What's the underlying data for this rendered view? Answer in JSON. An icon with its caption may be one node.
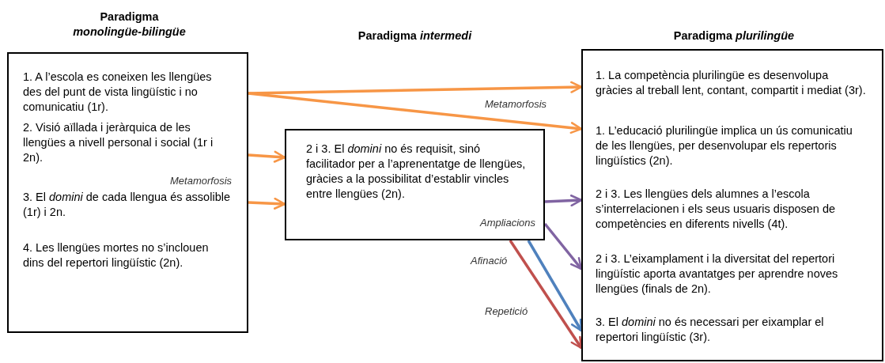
{
  "diagram": {
    "nodes": [
      {
        "text": [
          "Paradigma *monolingüe-bilingüe*"
        ]
      },
      {
        "text": [
          "1. A l’escola es coneixen les llengües des del punt de vista lingüístic i no comunicatiu (1r)."
        ],
        "in": 0
      },
      {
        "text": [
          "2. Visió aïllada i jeràrquica de les llengües a nivell personal i social (1r i 2n)."
        ],
        "in": 0
      },
      {
        "text": [
          "3. El *domini* de cada llengua és assolible (1r) i 2n."
        ],
        "in": 0
      },
      {
        "text": [
          "4. Les llengües mortes no s’inclouen dins del repertori lingüístic (2n)."
        ],
        "in": 0
      },
      {
        "text": [
          "2 i 3. El *domini* no és requisit, sinó facilitador per a l’aprenentatge de llengües, gràcies a la possibilitat d’establir vincles entre llengües (2n)."
        ]
      },
      {
        "text": [
          "Paradigma *plurilingüe*"
        ]
      },
      {
        "text": [
          "1. La competència plurilingüe es desenvolupa gràcies al treball lent, contant, compartit i mediat (3r)."
        ],
        "in": 6
      },
      {
        "text": [
          "1. L’educació plurilingüe implica un ús comunicatiu de les llengües, per desenvolupar els repertoris lingüístics (2n)."
        ],
        "in": 6
      },
      {
        "text": [
          "2 i 3. Les llengües dels alumnes a l’escola s’interrelacionen i els seus usuaris disposen de competències en diferents nivells (4t)."
        ],
        "in": 6
      },
      {
        "text": [
          "2 i 3. L’eixamplament i la diversitat del repertori lingüístic aporta avantatges per aprendre noves llengües (finals de 2n)."
        ],
        "in": 6
      },
      {
        "text": [
          "3. El *domini* no és necessari per eixamplar el repertori lingüístic (3r)."
        ],
        "in": 6
      }
    ],
    "edges": [
      {
        "from": 1,
        "to": 7,
        "arrow": "to",
        "color": "#f79646"
      },
      {
        "from": 1,
        "to": 8,
        "arrow": "to",
        "label": "Metamorfosis",
        "color": "#f79646"
      },
      {
        "from": 2,
        "to": 5,
        "arrow": "to",
        "label": "Metamorfosis",
        "color": "#f79646"
      },
      {
        "from": 3,
        "to": 5,
        "arrow": "to",
        "color": "#f79646"
      },
      {
        "from": 5,
        "to": 9,
        "arrow": "to",
        "label": "Ampliacions",
        "color": "#8064a2"
      },
      {
        "from": 5,
        "to": 10,
        "arrow": "to",
        "color": "#8064a2"
      },
      {
        "from": 5,
        "to": 11,
        "arrow": "to",
        "label": "Afinació",
        "color": "#4f81bd"
      },
      {
        "from": 5,
        "to": 11,
        "arrow": "to",
        "label": "Repetició",
        "color": "#c0504d"
      }
    ],
    "labels": [
      "Paradigma *intermedi*"
    ]
  }
}
